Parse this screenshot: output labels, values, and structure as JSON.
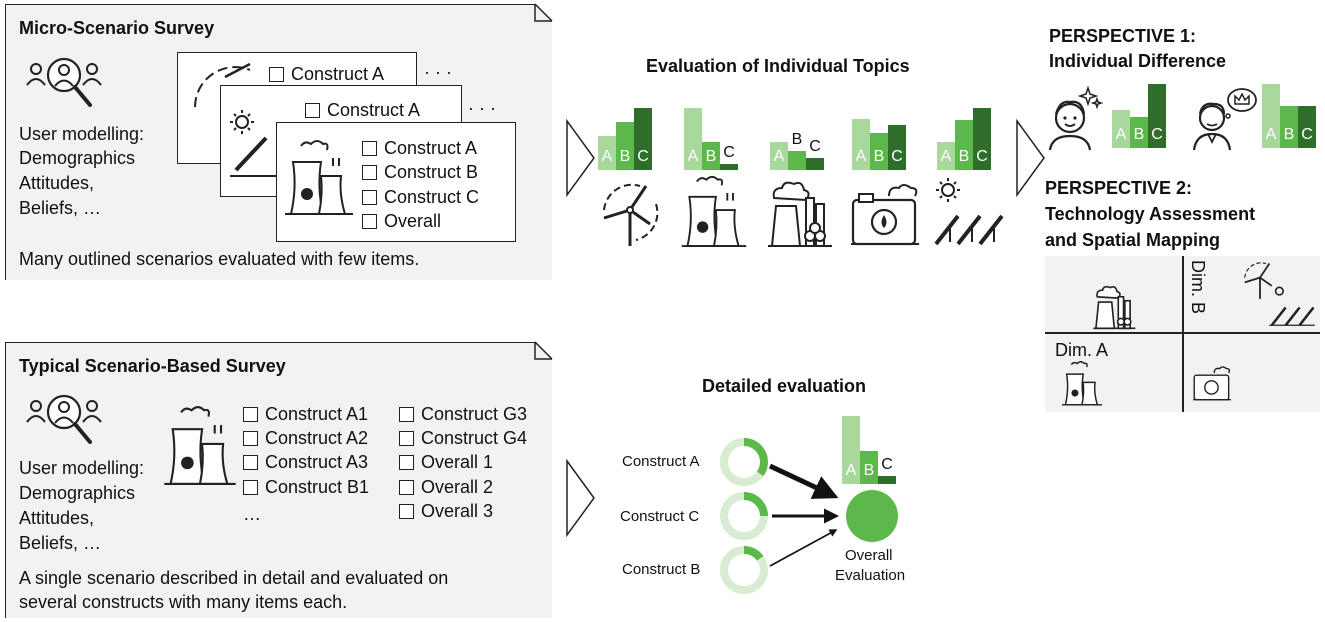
{
  "micro_survey": {
    "title": "Micro-Scenario Survey",
    "user_modelling": [
      "User modelling:",
      "Demographics",
      "Attitudes,",
      "Beliefs, …"
    ],
    "caption": "Many outlined scenarios evaluated with few items.",
    "card_back": "Construct A",
    "card_mid": "Construct A",
    "card_front": [
      "Construct A",
      "Construct B",
      "Construct C",
      "Overall"
    ],
    "ellipsis": "· · ·"
  },
  "typical_survey": {
    "title": "Typical Scenario-Based Survey",
    "user_modelling": [
      "User modelling:",
      "Demographics",
      "Attitudes,",
      "Beliefs, …"
    ],
    "caption_lines": [
      "A single scenario described in detail and evaluated on",
      "several constructs with many items each."
    ],
    "col1": [
      "Construct A1",
      "Construct A2",
      "Construct A3",
      "Construct B1"
    ],
    "col1_more": "…",
    "col2": [
      "Construct G3",
      "Construct G4",
      "Overall 1",
      "Overall 2",
      "Overall 3"
    ]
  },
  "individual_topics": {
    "title": "Evaluation of Individual Topics",
    "bar_labels": [
      "A",
      "B",
      "C"
    ],
    "topics": [
      {
        "icon": "wind-turbine-icon",
        "values": [
          0.55,
          0.78,
          1.0
        ]
      },
      {
        "icon": "nuclear-plant-icon",
        "values": [
          1.0,
          0.45,
          0.1
        ]
      },
      {
        "icon": "coal-plant-icon",
        "values": [
          0.45,
          0.3,
          0.2
        ]
      },
      {
        "icon": "gas-plant-icon",
        "values": [
          0.82,
          0.6,
          0.72
        ]
      },
      {
        "icon": "solar-panel-icon",
        "values": [
          0.45,
          0.8,
          1.0
        ]
      }
    ]
  },
  "detailed": {
    "title": "Detailed evaluation",
    "constructs": [
      {
        "label": "Construct A",
        "fill": 0.35,
        "arrow_weight": "thick"
      },
      {
        "label": "Construct C",
        "fill": 0.25,
        "arrow_weight": "medium"
      },
      {
        "label": "Construct B",
        "fill": 0.15,
        "arrow_weight": "thin"
      }
    ],
    "overall": [
      "Overall",
      "Evaluation"
    ],
    "bar_labels": [
      "A",
      "B",
      "C"
    ],
    "values": [
      1.0,
      0.48,
      0.12
    ]
  },
  "perspective1": {
    "title_lines": [
      "PERSPECTIVE 1:",
      "Individual Difference"
    ],
    "bar_labels": [
      "A",
      "B",
      "C"
    ],
    "groups": [
      {
        "icon": "person-thinking-icon",
        "values": [
          0.6,
          0.48,
          1.0
        ]
      },
      {
        "icon": "person-king-icon",
        "values": [
          1.0,
          0.65,
          0.65
        ]
      }
    ]
  },
  "perspective2": {
    "title_lines": [
      "PERSPECTIVE 2:",
      "Technology Assessment",
      "and Spatial Mapping"
    ],
    "dim_a": "Dim. A",
    "dim_b": "Dim. B"
  },
  "colors": {
    "light": "#a9d89d",
    "mid": "#5cb84b",
    "dark": "#2e6e2a",
    "panel": "#f2f2f2",
    "ring_track": "#d7ecd0"
  }
}
